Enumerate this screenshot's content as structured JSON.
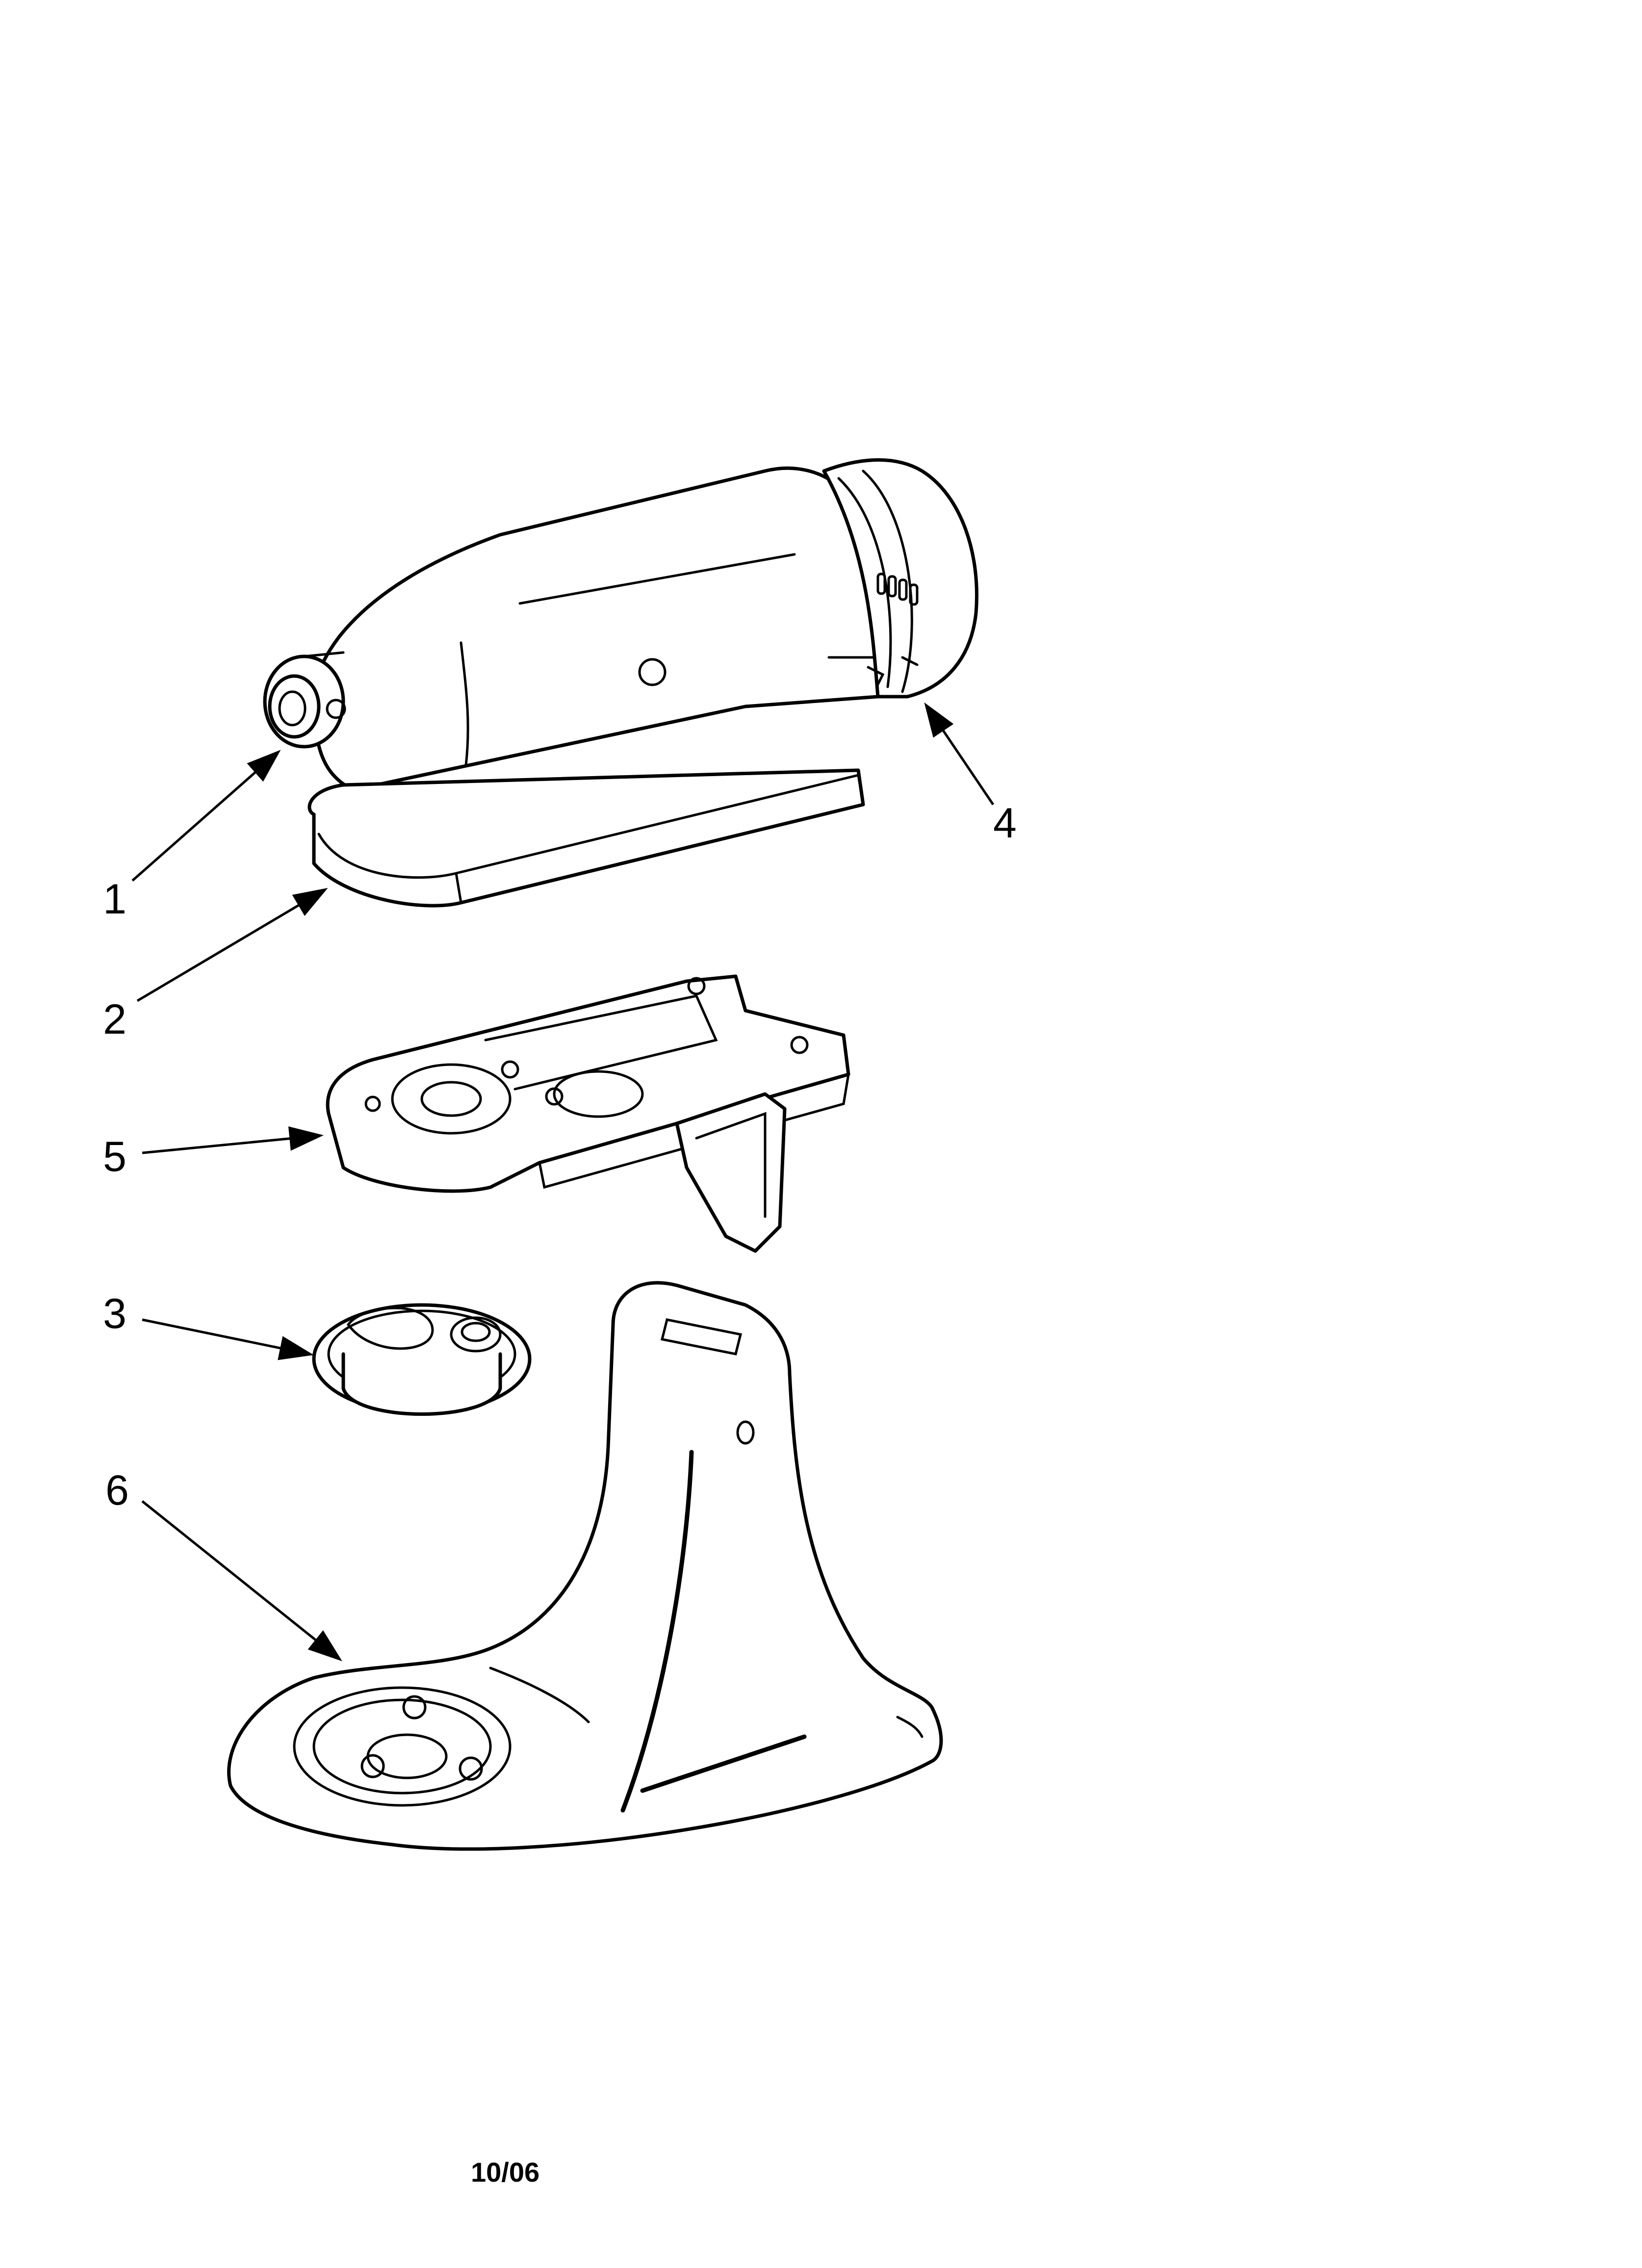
{
  "callouts": [
    {
      "id": "1",
      "label": "1"
    },
    {
      "id": "2",
      "label": "2"
    },
    {
      "id": "3",
      "label": "3"
    },
    {
      "id": "4",
      "label": "4"
    },
    {
      "id": "5",
      "label": "5"
    },
    {
      "id": "6",
      "label": "6"
    }
  ],
  "footer": {
    "date": "10/06"
  }
}
